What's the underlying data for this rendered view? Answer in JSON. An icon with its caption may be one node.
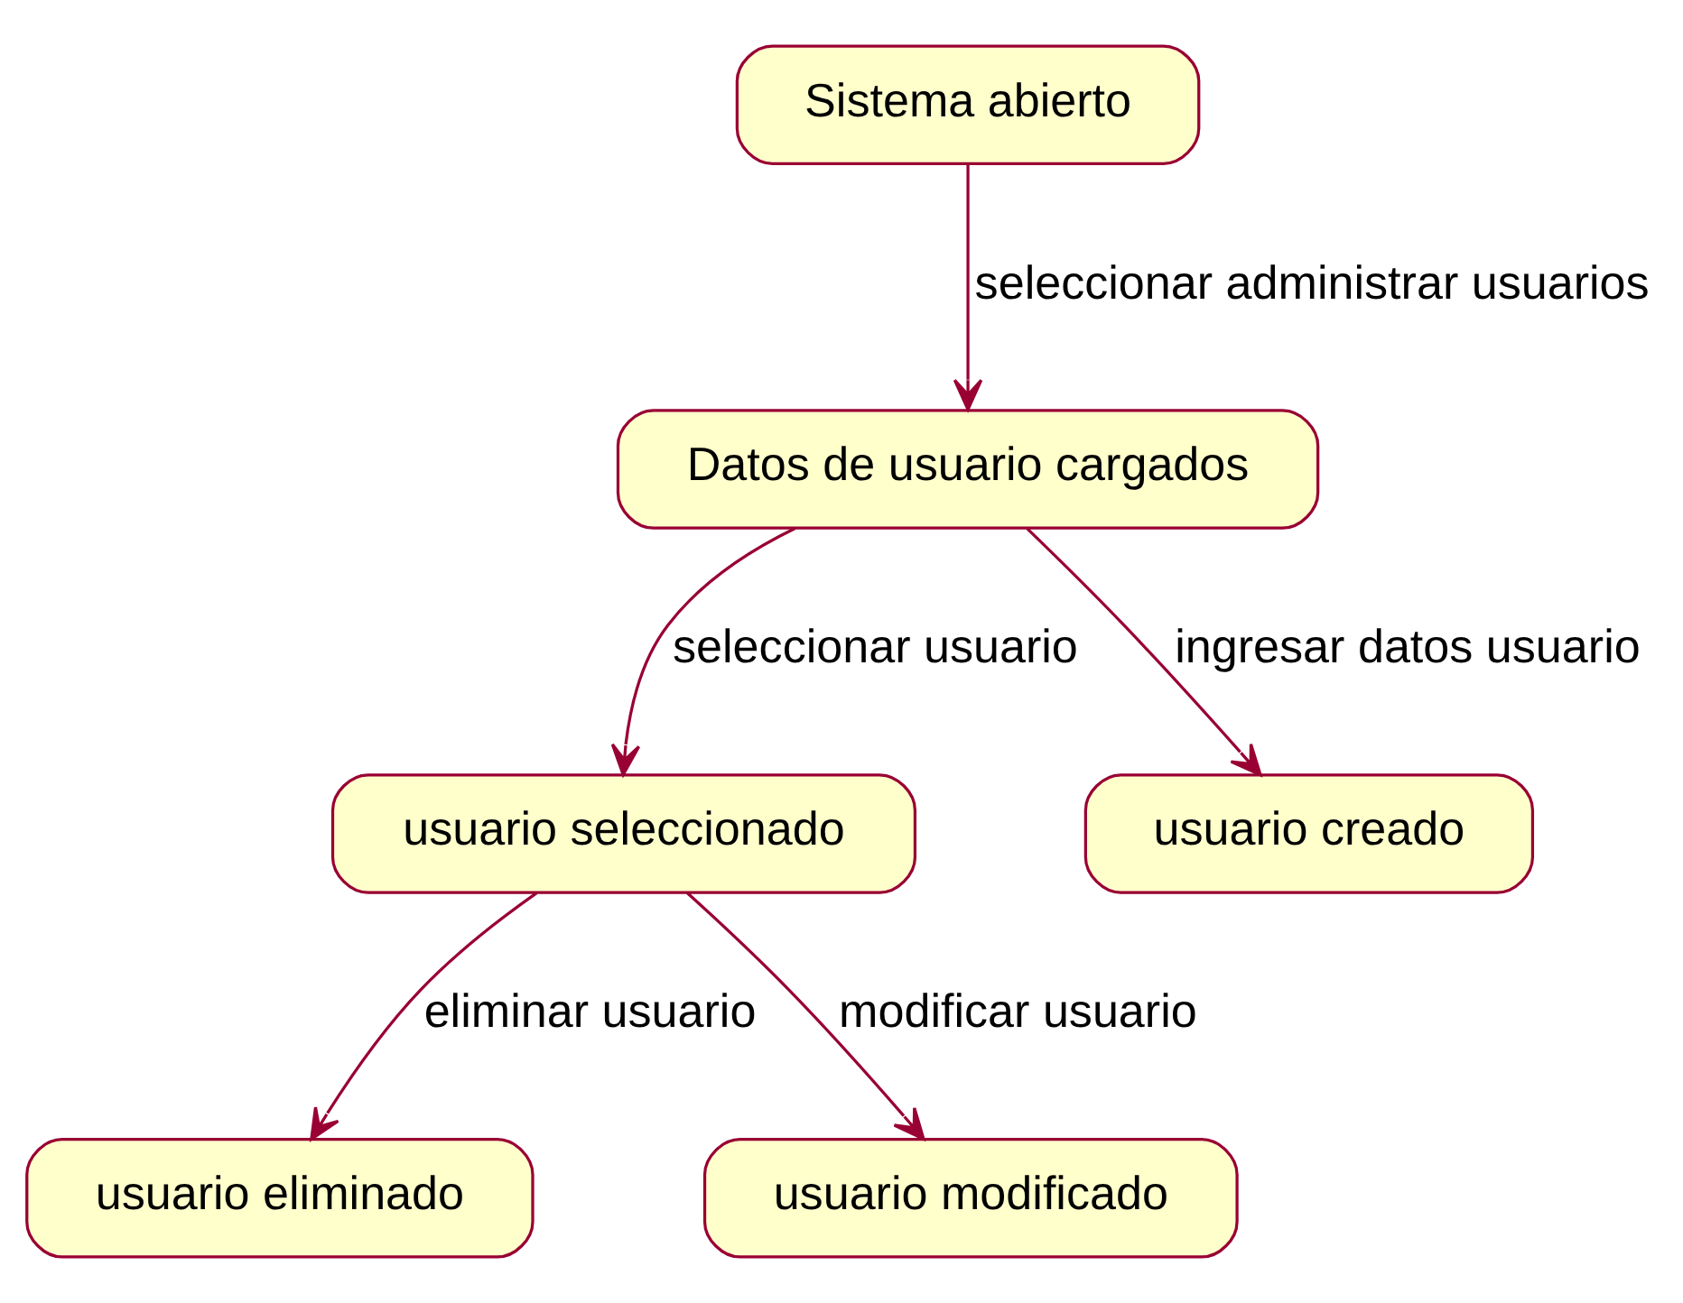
{
  "diagram": {
    "nodes": [
      {
        "text": [
          "Sistema abierto"
        ]
      },
      {
        "text": [
          "Datos de usuario cargados"
        ]
      },
      {
        "text": [
          "usuario seleccionado"
        ]
      },
      {
        "text": [
          "usuario creado"
        ]
      },
      {
        "text": [
          "usuario eliminado"
        ]
      },
      {
        "text": [
          "usuario modificado"
        ]
      }
    ],
    "edges": [
      {
        "from": 0,
        "to": 1,
        "arrow": "to",
        "label": "seleccionar administrar usuarios"
      },
      {
        "from": 1,
        "to": 2,
        "arrow": "to",
        "label": "seleccionar usuario"
      },
      {
        "from": 1,
        "to": 3,
        "arrow": "to",
        "label": "ingresar datos usuario"
      },
      {
        "from": 2,
        "to": 4,
        "arrow": "to",
        "label": "eliminar usuario"
      },
      {
        "from": 2,
        "to": 5,
        "arrow": "to",
        "label": "modificar usuario"
      }
    ]
  }
}
